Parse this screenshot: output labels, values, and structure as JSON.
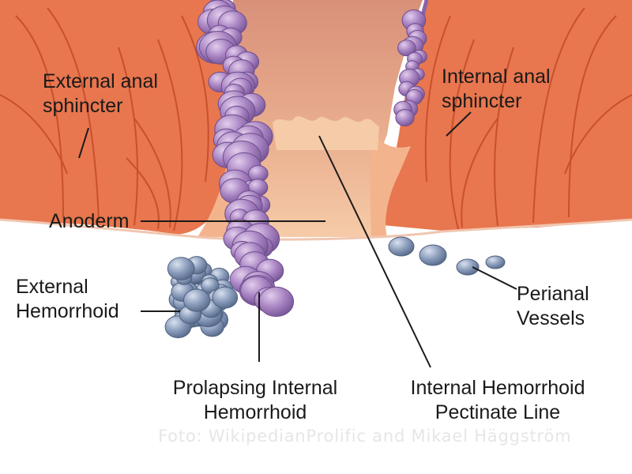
{
  "labels": {
    "external_anal_sphincter": [
      "External anal",
      "sphincter"
    ],
    "internal_anal_sphincter": [
      "Internal anal",
      "sphincter"
    ],
    "anoderm": "Anoderm",
    "external_hemorrhoid": [
      "External",
      "Hemorrhoid"
    ],
    "perianal_vessels": [
      "Perianal",
      "Vessels"
    ],
    "prolapsing_internal_hemorrhoid": [
      "Prolapsing Internal",
      "Hemorrhoid"
    ],
    "internal_hemorrhoid_pectinate_line": [
      "Internal Hemorrhoid",
      "Pectinate Line"
    ]
  },
  "credit": "Foto: WikipedianProlific and Mikael Häggström",
  "colors": {
    "muscle": "#e8764e",
    "muscle_dark": "#c9502c",
    "mucosa": "#f3b48d",
    "canal": "#e4a387",
    "hemorrhoid_internal": "#a07ab8",
    "hemorrhoid_external": "#8496b4",
    "vessel": "#7f93b8"
  }
}
